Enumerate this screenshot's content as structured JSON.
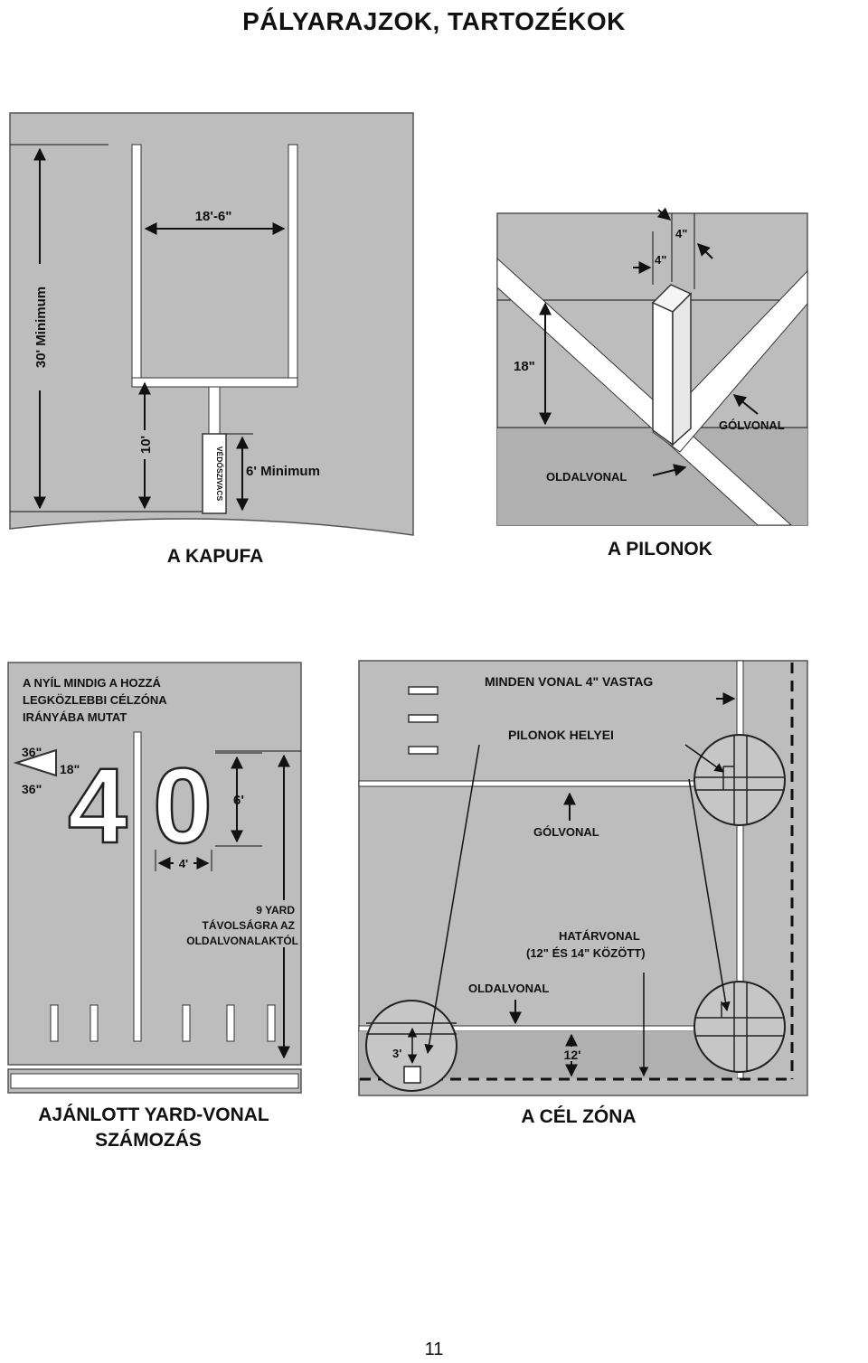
{
  "page_title": "PÁLYARAJZOK, TARTOZÉKOK",
  "page_number": "11",
  "colors": {
    "panel": "#bdbdbd",
    "panel_dark": "#a9a9a9",
    "line": "#ffffff",
    "ink": "#111111"
  },
  "goalpost": {
    "caption": "A KAPUFA",
    "width_label": "18'-6\"",
    "height_label": "30' Minimum",
    "crossbar_label": "10'",
    "pad_label": "VÉDŐSZIVACS",
    "pad_height_label": "6' Minimum"
  },
  "pylons": {
    "caption": "A PILONOK",
    "top_label": "4\"",
    "side_label": "4\"",
    "height_label": "18\"",
    "goal_line_label": "GÓLVONAL",
    "sideline_label": "OLDALVONAL"
  },
  "yard_numbers": {
    "caption_line1": "AJÁNLOTT YARD-VONAL",
    "caption_line2": "SZÁMOZÁS",
    "note_line1": "A NYÍL MINDIG A HOZZÁ",
    "note_line2": "LEGKÖZLEBBI CÉLZÓNA",
    "note_line3": "IRÁNYÁBA MUTAT",
    "arrow_width_label": "36\"",
    "arrow_length_label": "18\"",
    "arrow_height_label": "36\"",
    "number_left": "4",
    "number_right": "0",
    "number_height_label": "6'",
    "number_width_label": "4'",
    "distance_line1": "9 YARD",
    "distance_line2": "TÁVOLSÁGRA AZ",
    "distance_line3": "OLDALVONALAKTÓL"
  },
  "end_zone": {
    "caption": "A CÉL ZÓNA",
    "line_width_label": "MINDEN VONAL 4\" VASTAG",
    "pylon_location_label": "PILONOK HELYEI",
    "goal_line_label": "GÓLVONAL",
    "boundary_line1": "HATÁRVONAL",
    "boundary_line2": "(12\" ÉS 14\" KÖZÖTT)",
    "sideline_label": "OLDALVONAL",
    "box_size_label": "3'",
    "width_label": "12'"
  }
}
